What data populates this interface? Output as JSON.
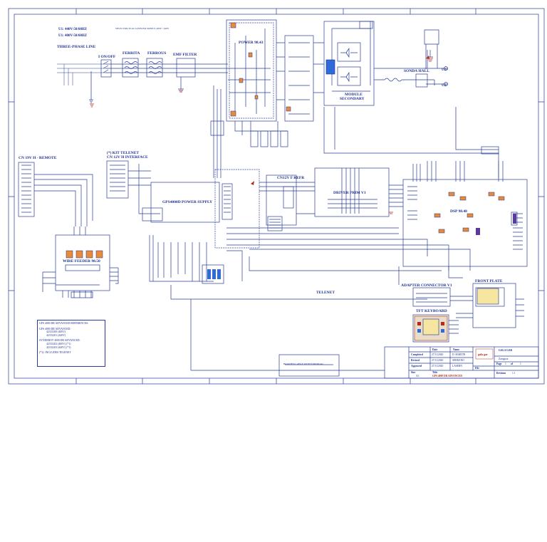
{
  "colors": {
    "wire": "#2a3c9a",
    "text": "#1c2e8c",
    "component_fill": "#e88a3a",
    "transformer_fill": "#2f6ad6",
    "ground": "#b52a1a",
    "keyboard_fill": "#e9dcc8",
    "screen_fill": "#f6e6a0"
  },
  "labels": {
    "supply_1": "U1: 440V-50/60HZ",
    "supply_2": "U1: 400V-50/60HZ",
    "three_phase": "THREE-PHASE LINE",
    "on_off": "I ON/OFF",
    "ferrita": "FERRITA",
    "ferrous": "FERROUS",
    "emf_filter": "EMF FILTER",
    "power_board": "POWER 98.43",
    "module_secondary_1": "MODULE",
    "module_secondary_2": "SECONDARY",
    "sonda_hall": "SONDA HALL",
    "cn_remote": "CN 19V H - REMOTE",
    "kit_telenet": "(*) KIT TELENET",
    "cn_interface": "CN 12V H INTERFACE",
    "power_supply": "GPS4000D POWER SUPPLY",
    "cn_refr": "CN12V F REFR",
    "driver": "DRIVER PRIM V1",
    "dsp": "DSP 98.48",
    "wire_feeder": "WIRE FEEDER 98.50",
    "telenet": "TELENET",
    "adapter": "ADAPTER CONNECTOR V1",
    "front_plate": "FRONT PLATE",
    "tft_keyboard": "TFT KEYBOARD",
    "selector_note": "SELECTOR PLACA POWER SUPPLY 400V / 440V",
    "u2_plus": "U2+",
    "u2_minus": "U2-",
    "braided_cable": "BRAIDED CABLE WITH TOROIDAL"
  },
  "references": {
    "title": "GPS 4000 DR ADVANCED REFERENCES:",
    "group1_title": "GPS 4000 DR ADVANCED:",
    "group1_items": [
      "42331200 (400V)",
      "42331201 (440V)"
    ],
    "group2_title": "SYNDEROT 4000 DR ADVANCED:",
    "group2_items": [
      "42331202 (400V) (*1)",
      "42331203 (440V) (*1)"
    ],
    "note": "(*1): INCLUDES TELENET"
  },
  "title_block": {
    "col_date": "Date",
    "col_name": "Name",
    "row_completed": "Completed",
    "row_revised": "Revised",
    "row_approved": "Approved",
    "date_completed": "27/11/2020",
    "date_revised": "27/11/2020",
    "date_approved": "27/11/2020",
    "name_completed": "D. MARTIN",
    "name_revised": "SERRANO",
    "name_approved": "LASERN",
    "company": "GALA GAR",
    "city": "Zaragoza",
    "size_label": "Size",
    "size": "A3",
    "title_label": "Title",
    "title": "GPS 4000 DR ADVANCED",
    "file_label": "File",
    "page_label": "Page",
    "page": "1",
    "of_label": "of",
    "of": "1",
    "revision_label": "Revision",
    "revision": "1.1",
    "logo": "gala gar"
  }
}
